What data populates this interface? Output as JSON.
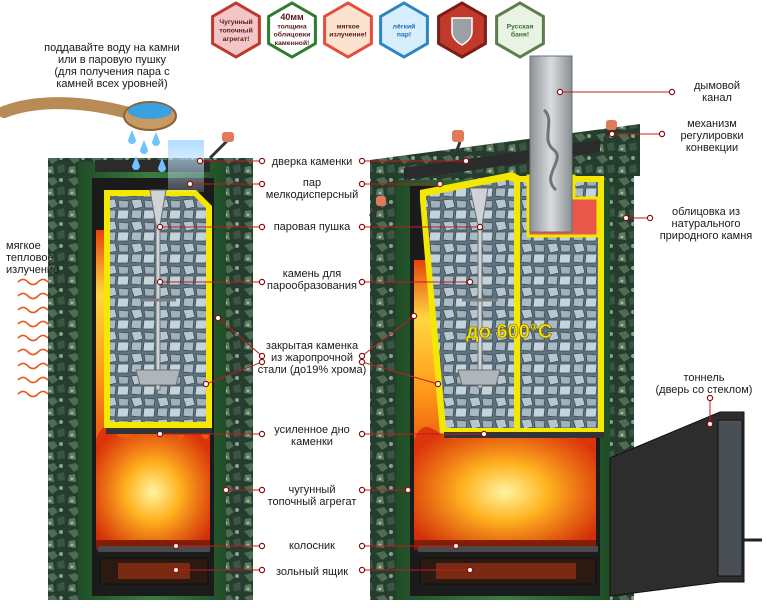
{
  "colors": {
    "stone_green": "#2d4a36",
    "body_green": "#2f6b35",
    "frame_yellow": "#f5e800",
    "fire_orange": "#f07b10",
    "fire_red": "#c8200c",
    "ash_dark": "#2b1a12",
    "steel": "#9aa0a6",
    "badge_red": "#d63a3a"
  },
  "badges": [
    {
      "name": "cast-iron",
      "lines": [
        "Чугунный",
        "топочный",
        "агрегат!"
      ],
      "fill": "#f2c6c6",
      "stroke": "#c0392b"
    },
    {
      "name": "cladding",
      "lines": [
        "40мм",
        "толщина",
        "облицовки",
        "каменной!"
      ],
      "fill": "#ffffff",
      "stroke": "#2e7d32"
    },
    {
      "name": "soft-heat",
      "lines": [
        "мягкое",
        "излучение!"
      ],
      "fill": "#fbe3d0",
      "stroke": "#e74c3c"
    },
    {
      "name": "light-steam",
      "lines": [
        "лёгкий",
        "пар!"
      ],
      "fill": "#d7eefc",
      "stroke": "#2e86c1"
    },
    {
      "name": "shield",
      "lines": [],
      "fill": "#c0392b",
      "stroke": "#7b1d15"
    },
    {
      "name": "russian-banya",
      "lines": [
        "Русская",
        "баня!"
      ],
      "fill": "#e9f3e3",
      "stroke": "#5d7d4e"
    }
  ],
  "labels": {
    "water_note": [
      "поддавайте воду на камни",
      "или в паровую пушку",
      "(для получения пара с",
      "камней всех уровней)"
    ],
    "door": "дверка каменки",
    "steam": [
      "пар",
      "мелкодисперсный"
    ],
    "steam_gun": "паровая пушка",
    "stone": [
      "камень для",
      "парообразования"
    ],
    "closed_heater": [
      "закрытая каменка",
      "из жаропрочной",
      "стали (до19% хрома)"
    ],
    "bottom": [
      "усиленное дно",
      "каменки"
    ],
    "firebox": [
      "чугунный",
      "топочный агрегат"
    ],
    "grate": "колосник",
    "ash_box": "зольный ящик",
    "soft_radiation": [
      "мягкое",
      "тепловое",
      "излучение"
    ],
    "chimney": [
      "дымовой",
      "канал"
    ],
    "convection": [
      "механизм",
      "регулировки",
      "конвекции"
    ],
    "cladding": [
      "облицовка из",
      "натурального",
      "природного камня"
    ],
    "tunnel": [
      "тоннель",
      "(дверь со стеклом)"
    ],
    "temperature": "до 600°С"
  }
}
